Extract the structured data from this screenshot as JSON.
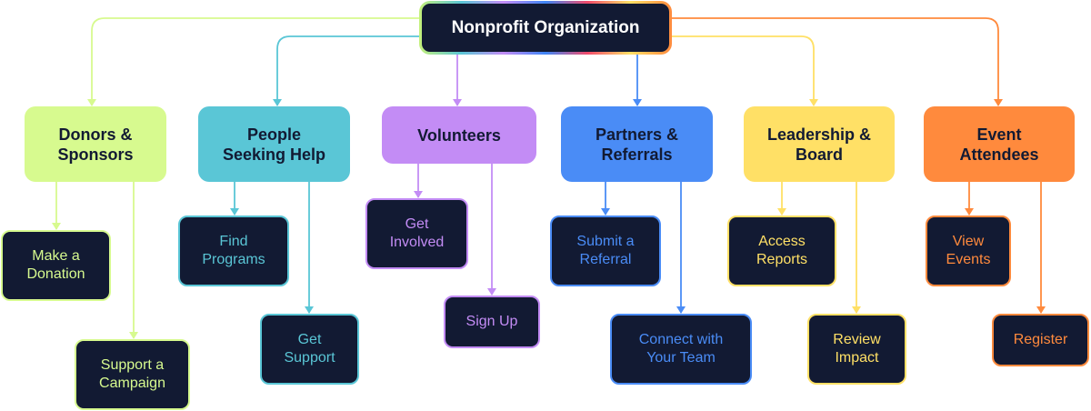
{
  "root": {
    "label": "Nonprofit Organization"
  },
  "categories": [
    {
      "label": "Donors &\nSponsors",
      "color": "#d7fa8f",
      "children": [
        {
          "label": "Make a\nDonation"
        },
        {
          "label": "Support a\nCampaign"
        }
      ]
    },
    {
      "label": "People\nSeeking Help",
      "color": "#5ac6d6",
      "children": [
        {
          "label": "Find\nPrograms"
        },
        {
          "label": "Get\nSupport"
        }
      ]
    },
    {
      "label": "Volunteers",
      "color": "#c38cf5",
      "children": [
        {
          "label": "Get\nInvolved"
        },
        {
          "label": "Sign Up"
        }
      ]
    },
    {
      "label": "Partners &\nReferrals",
      "color": "#4a8cf6",
      "children": [
        {
          "label": "Submit a\nReferral"
        },
        {
          "label": "Connect with\nYour Team"
        }
      ]
    },
    {
      "label": "Leadership &\nBoard",
      "color": "#ffe066",
      "children": [
        {
          "label": "Access\nReports"
        },
        {
          "label": "Review\nImpact"
        }
      ]
    },
    {
      "label": "Event\nAttendees",
      "color": "#ff8a3d",
      "children": [
        {
          "label": "View\nEvents"
        },
        {
          "label": "Register"
        }
      ]
    }
  ]
}
